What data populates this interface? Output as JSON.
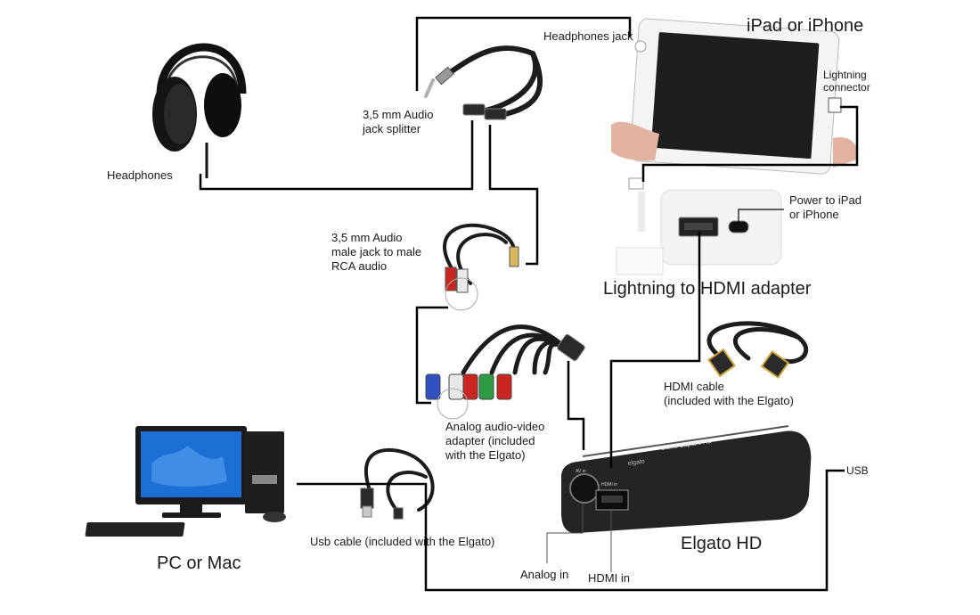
{
  "labels": {
    "ipad_or_iphone": "iPad or iPhone",
    "headphones_jack": "Headphones jack",
    "lightning_connector": "Lightning\nconnector",
    "audio_splitter": "3,5 mm Audio\njack splitter",
    "headphones": "Headphones",
    "power_to_ipad": "Power to iPad\nor iPhone",
    "rca_audio": "3,5 mm Audio\nmale jack to male\nRCA audio",
    "lightning_hdmi_adapter": "Lightning to HDMI adapter",
    "hdmi_cable": "HDMI cable\n(included with the Elgato)",
    "av_adapter": "Analog audio-video\nadapter (included\nwith the Elgato)",
    "usb": "USB",
    "usb_cable": "Usb cable (included with the Elgato)",
    "elgato_hd": "Elgato HD",
    "pc_or_mac": "PC or Mac",
    "analog_in": "Analog in",
    "hdmi_in": "HDMI in"
  },
  "device_text": {
    "elgato_brand": "elgato",
    "elgato_model": "Game Capture HD",
    "port_av": "AV in",
    "port_hdmi": "HDMI in"
  },
  "colors": {
    "wire": "#000000",
    "cable": "#1c1c1c",
    "ipad_screen": "#1e1e1e",
    "ipad_body": "#f4f4f4",
    "elgato_body": "#242424",
    "monitor_screen": "#1d6fd6",
    "rca_red": "#c8261e",
    "rca_white": "#e8e8e8",
    "component_green": "#2e9b45",
    "component_blue": "#2f52c0",
    "component_red": "#c8261e"
  },
  "icons": [
    "headphones-icon",
    "ipad-icon",
    "audio-splitter-icon",
    "rca-cable-icon",
    "lightning-hdmi-adapter-icon",
    "hdmi-cable-icon",
    "av-adapter-cable-icon",
    "elgato-device-icon",
    "pc-icon",
    "usb-cable-icon"
  ]
}
